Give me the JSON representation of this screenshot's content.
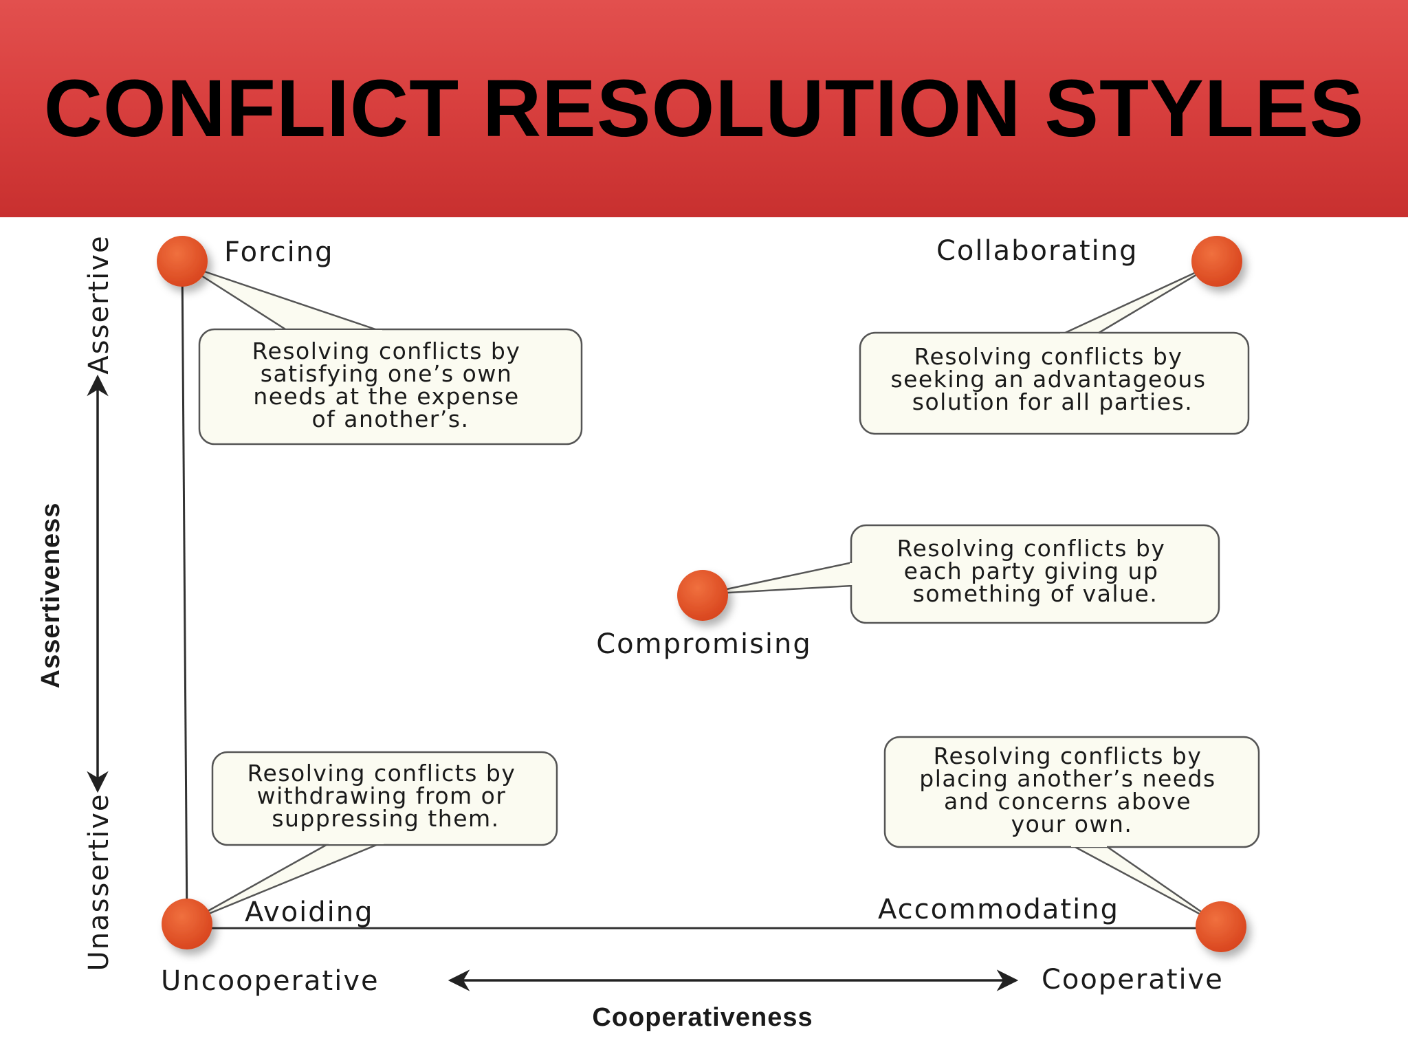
{
  "title": "CONFLICT RESOLUTION STYLES",
  "axes": {
    "y_label": "Assertiveness",
    "y_top": "Assertive",
    "y_bottom": "Unassertive",
    "x_label": "Cooperativeness",
    "x_left": "Uncooperative",
    "x_right": "Cooperative"
  },
  "styles": {
    "forcing": {
      "name": "Forcing",
      "lines": [
        "Resolving conflicts by",
        "satisfying one’s own",
        "needs at the expense",
        "of another’s."
      ]
    },
    "collaborating": {
      "name": "Collaborating",
      "lines": [
        "Resolving conflicts by",
        "seeking an advantageous",
        "solution for all parties."
      ]
    },
    "compromising": {
      "name": "Compromising",
      "lines": [
        "Resolving conflicts by",
        "each party giving up",
        "something of value."
      ]
    },
    "avoiding": {
      "name": "Avoiding",
      "lines": [
        "Resolving conflicts by",
        "withdrawing from or",
        "suppressing them."
      ]
    },
    "accommodating": {
      "name": "Accommodating",
      "lines": [
        "Resolving conflicts by",
        "placing another’s needs",
        "and concerns above",
        "your own."
      ]
    }
  },
  "colors": {
    "header": "#d9403f",
    "dot": "#e0522a",
    "box_fill": "#fbfbf1"
  }
}
